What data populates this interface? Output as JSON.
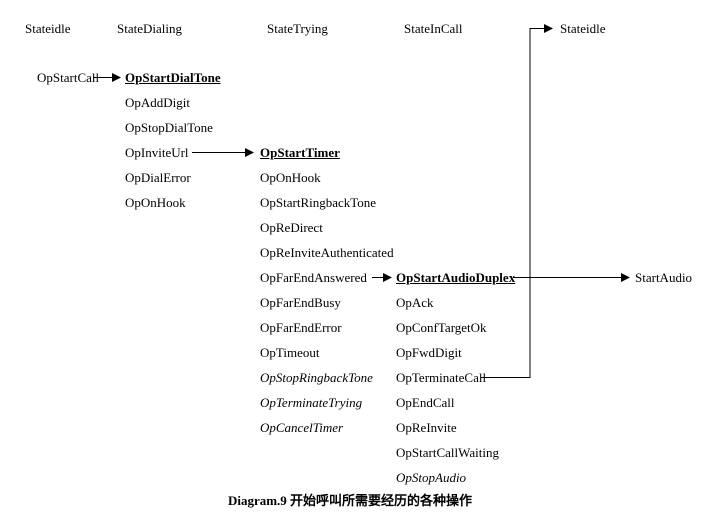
{
  "headers": [
    "Stateidle",
    "StateDialing",
    "StateTrying",
    "StateInCall",
    "Stateidle"
  ],
  "columns": {
    "idle": [
      "OpStartCall"
    ],
    "dialing": [
      "OpStartDialTone",
      "OpAddDigit",
      "OpStopDialTone",
      "OpInviteUrl",
      "OpDialError",
      "OpOnHook"
    ],
    "trying": [
      "OpStartTimer",
      "OpOnHook",
      "OpStartRingbackTone",
      "OpReDirect",
      "OpReInviteAuthenticated",
      "OpFarEndAnswered",
      "OpFarEndBusy",
      "OpFarEndError",
      "OpTimeout",
      "OpStopRingbackTone",
      "OpTerminateTrying",
      "OpCancelTimer"
    ],
    "incall": [
      "OpStartAudioDuplex",
      "OpAck",
      "OpConfTargetOk",
      "OpFwdDigit",
      "OpTerminateCall",
      "OpEndCall",
      "OpReInvite",
      "OpStartCallWaiting",
      "OpStopAudio"
    ],
    "result": [
      "StartAudio"
    ]
  },
  "arrows": [
    {
      "from": "OpStartCall",
      "to": "OpStartDialTone"
    },
    {
      "from": "OpInviteUrl",
      "to": "OpStartTimer"
    },
    {
      "from": "OpFarEndAnswered",
      "to": "OpStartAudioDuplex"
    },
    {
      "from": "OpStartAudioDuplex",
      "to": "StartAudio"
    },
    {
      "from": "OpTerminateCall",
      "to": "Stateidle"
    }
  ],
  "caption": "Diagram.9 开始呼叫所需要经历的各种操作"
}
